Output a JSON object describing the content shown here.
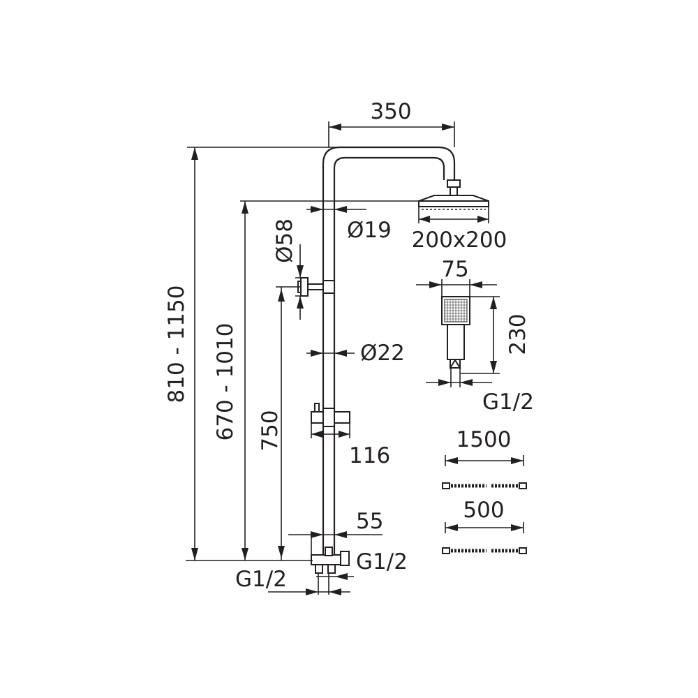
{
  "dimensions": {
    "arm_reach": "350",
    "pipe_diameter_top": "Ø19",
    "head_size": "200x200",
    "holder_diameter": "Ø58",
    "pipe_diameter_main": "Ø22",
    "handshower_width": "75",
    "handshower_length": "230",
    "handshower_thread": "G1/2",
    "total_height": "810 - 1150",
    "head_height": "670 - 1010",
    "holder_height": "750",
    "slider_width": "116",
    "diverter_offset": "55",
    "outlet_thread": "G1/2",
    "inlet_thread": "G1/2",
    "hose_long": "1500",
    "hose_short": "500"
  },
  "colors": {
    "line": "#231f20",
    "background": "#ffffff"
  }
}
